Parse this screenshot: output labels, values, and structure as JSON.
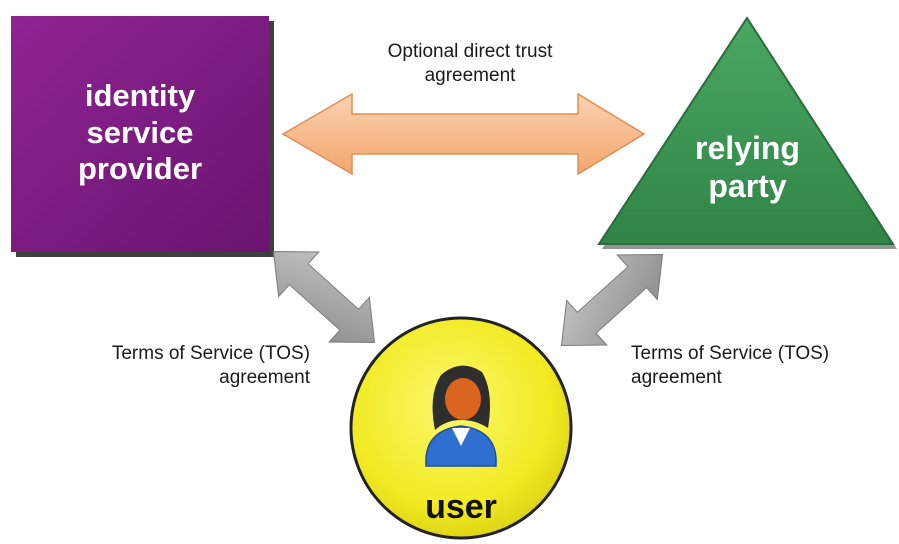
{
  "identity_provider": {
    "lines": [
      "identity",
      "service",
      "provider"
    ],
    "fill": "#7b1a7e",
    "shadow": "#3a3a3a"
  },
  "relying_party": {
    "lines": [
      "relying",
      "party"
    ],
    "fill": "#3a9452",
    "stroke": "#2c6b3e"
  },
  "user": {
    "label": "user",
    "fill": "#f4ee2a",
    "stroke": "#222222",
    "icon": "person-icon"
  },
  "trust_arrow": {
    "lines": [
      "Optional direct trust",
      "agreement"
    ],
    "fill": "#f6b98a",
    "stroke": "#e08e55"
  },
  "tos_left": {
    "lines": [
      "Terms of Service (TOS)",
      "agreement"
    ]
  },
  "tos_right": {
    "lines": [
      "Terms of Service (TOS)",
      "agreement"
    ]
  },
  "tos_arrow_color": "#9d9d9d"
}
